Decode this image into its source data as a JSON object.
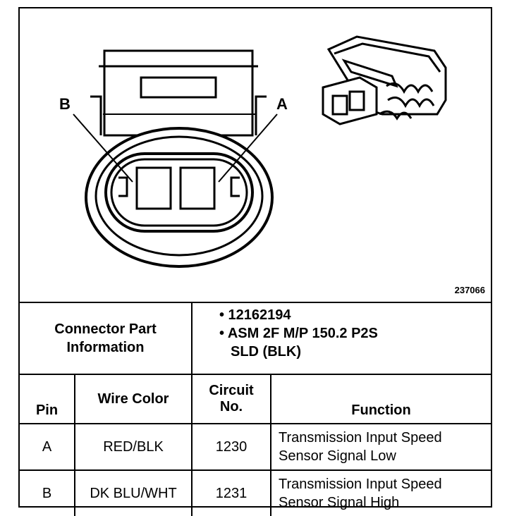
{
  "figure": {
    "figure_number": "237066",
    "pin_labels": {
      "a": "A",
      "b": "B"
    }
  },
  "connector_info": {
    "label_line1": "Connector Part",
    "label_line2": "Information",
    "items": [
      "• 12162194",
      "• ASM 2F M/P 150.2 P2S",
      "SLD (BLK)"
    ]
  },
  "table": {
    "headers": {
      "pin": "Pin",
      "wire_color": "Wire Color",
      "circuit_line1": "Circuit",
      "circuit_line2": "No.",
      "function": "Function"
    },
    "rows": [
      {
        "pin": "A",
        "wire_color": "RED/BLK",
        "circuit": "1230",
        "function_line1": "Transmission Input Speed",
        "function_line2": "Sensor Signal Low"
      },
      {
        "pin": "B",
        "wire_color": "DK BLU/WHT",
        "circuit": "1231",
        "function_line1": "Transmission Input Speed",
        "function_line2": "Sensor Signal High"
      }
    ]
  }
}
